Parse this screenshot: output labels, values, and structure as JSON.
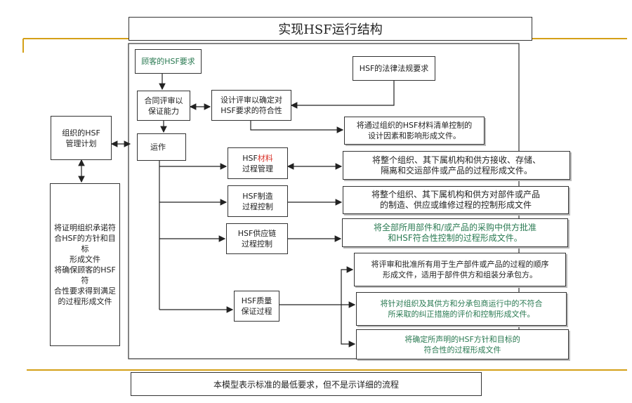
{
  "title": "实现HSF运行结构",
  "footer": "本模型表示标准的最低要求，但不是示详细的流程",
  "nodes": {
    "customer_req": "顾客的HSF要求",
    "legal_req": "HSF的法律法规要求",
    "contract_review": "合同评审以\n保证能力",
    "design_review": "设计评审以确定对\nHSF要求的符合性",
    "design_doc": "将通过组织的HSF材料清单控制的\n设计因素和影响形成文件。",
    "mgmt_plan": "组织的HSF\n管理计划",
    "operation": "运作",
    "policy_doc": "将证明组织承诺符\n合HSF的方针和目标\n形成文件\n将确保顾客的HSF符\n合性要求得到满足\n的过程形成文件",
    "material_pre": "HSF",
    "material_red": "材料",
    "material_post": "\n过程管理",
    "material_doc": "将整个组织、其下属机构和供方接收、存储、\n隔离和交运部件或产品的过程形成文件。",
    "mfg_ctrl": "HSF制造\n过程控制",
    "mfg_doc": "将整个组织、其下属机构和供方对部件或产品\n的制造、供应或维修过程的控制形成文件",
    "supply_ctrl": "HSF供应链\n过程控制",
    "supply_doc": "将全部所用部件和/或产品的采购中供方批准\n和HSF符合性控制的过程形成文件。",
    "quality": "HSF质量\n保证过程",
    "qa_doc1": "将评审和批准所有用于生产部件或产品的过程的顺序\n形成文件，适用于部件供方和组装分承包方。",
    "qa_doc2": "将针对组织及其供方和分承包商运行中的不符合\n所采取的纠正措施的评价和控制形成文件。",
    "qa_doc3": "将确定所声明的HSF方针和目标的\n符合性的过程形成文件"
  }
}
